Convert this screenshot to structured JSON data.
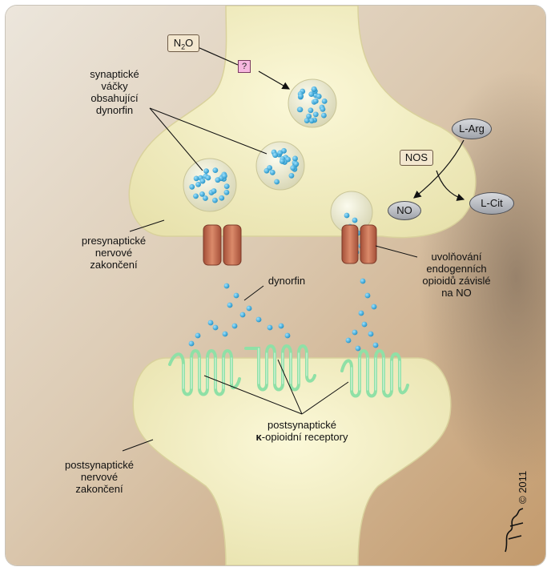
{
  "labels": {
    "n2o": {
      "main": "N",
      "sub": "2",
      "tail": "O"
    },
    "question": "?",
    "vesicles": [
      "synaptické",
      "váčky",
      "obsahující",
      "dynorfin"
    ],
    "presyn": [
      "presynaptické",
      "nervové",
      "zakončení"
    ],
    "l_arg": "L-Arg",
    "nos": "NOS",
    "no": "NO",
    "l_cit": "L-Cit",
    "release": [
      "uvolňování",
      "endogenních",
      "opioidů závislé",
      "na NO"
    ],
    "dynorfin": "dynorfin",
    "receptors_1": "postsynaptické",
    "receptors_kappa": "κ",
    "receptors_2": "-opioidní receptory",
    "postsyn": [
      "postsynaptické",
      "nervové",
      "zakončení"
    ],
    "copyright": "© 2011"
  },
  "colors": {
    "background_light": "#e9e0d2",
    "background_dark": "#c7a37a",
    "neuron": "#f2efc4",
    "neuron_edge": "#d6cf98",
    "vesicle_dot": "#3ba9d8",
    "channel": "#c86f52",
    "receptor": "#8fe0a6"
  }
}
